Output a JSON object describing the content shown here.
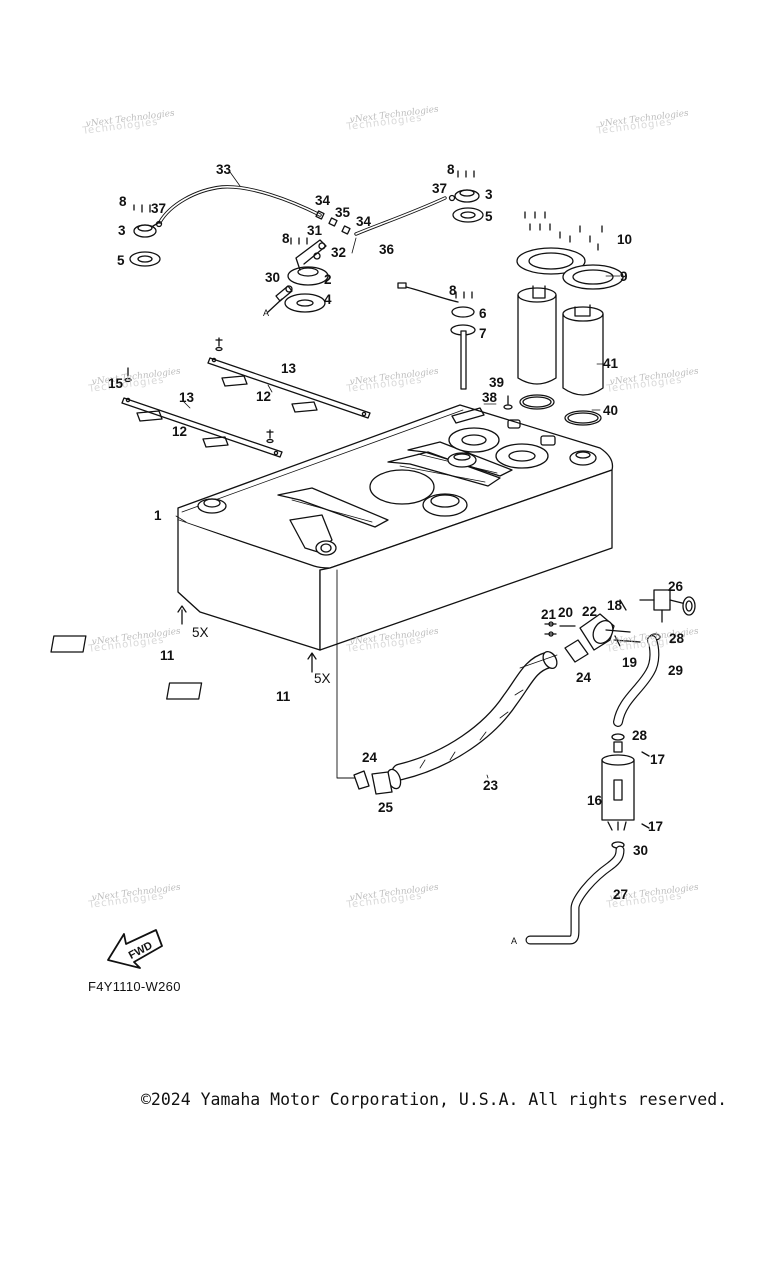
{
  "diagram_code": "F4Y1110-W260",
  "copyright": "©2024 Yamaha Motor Corporation, U.S.A. All rights reserved.",
  "fwd_label": "FWD",
  "watermark": {
    "line1": "vNext Technologies",
    "line2": "Technologies"
  },
  "ref_marks": [
    "A",
    "A"
  ],
  "multipliers": [
    "5X",
    "5X"
  ],
  "callouts": [
    "1",
    "2",
    "3",
    "3",
    "4",
    "5",
    "5",
    "6",
    "7",
    "8",
    "8",
    "8",
    "8",
    "9",
    "10",
    "11",
    "11",
    "12",
    "12",
    "13",
    "13",
    "15",
    "16",
    "17",
    "17",
    "18",
    "19",
    "20",
    "21",
    "22",
    "23",
    "24",
    "24",
    "25",
    "26",
    "27",
    "28",
    "28",
    "29",
    "30",
    "30",
    "31",
    "32",
    "33",
    "34",
    "34",
    "35",
    "36",
    "37",
    "37",
    "38",
    "39",
    "40",
    "41"
  ]
}
